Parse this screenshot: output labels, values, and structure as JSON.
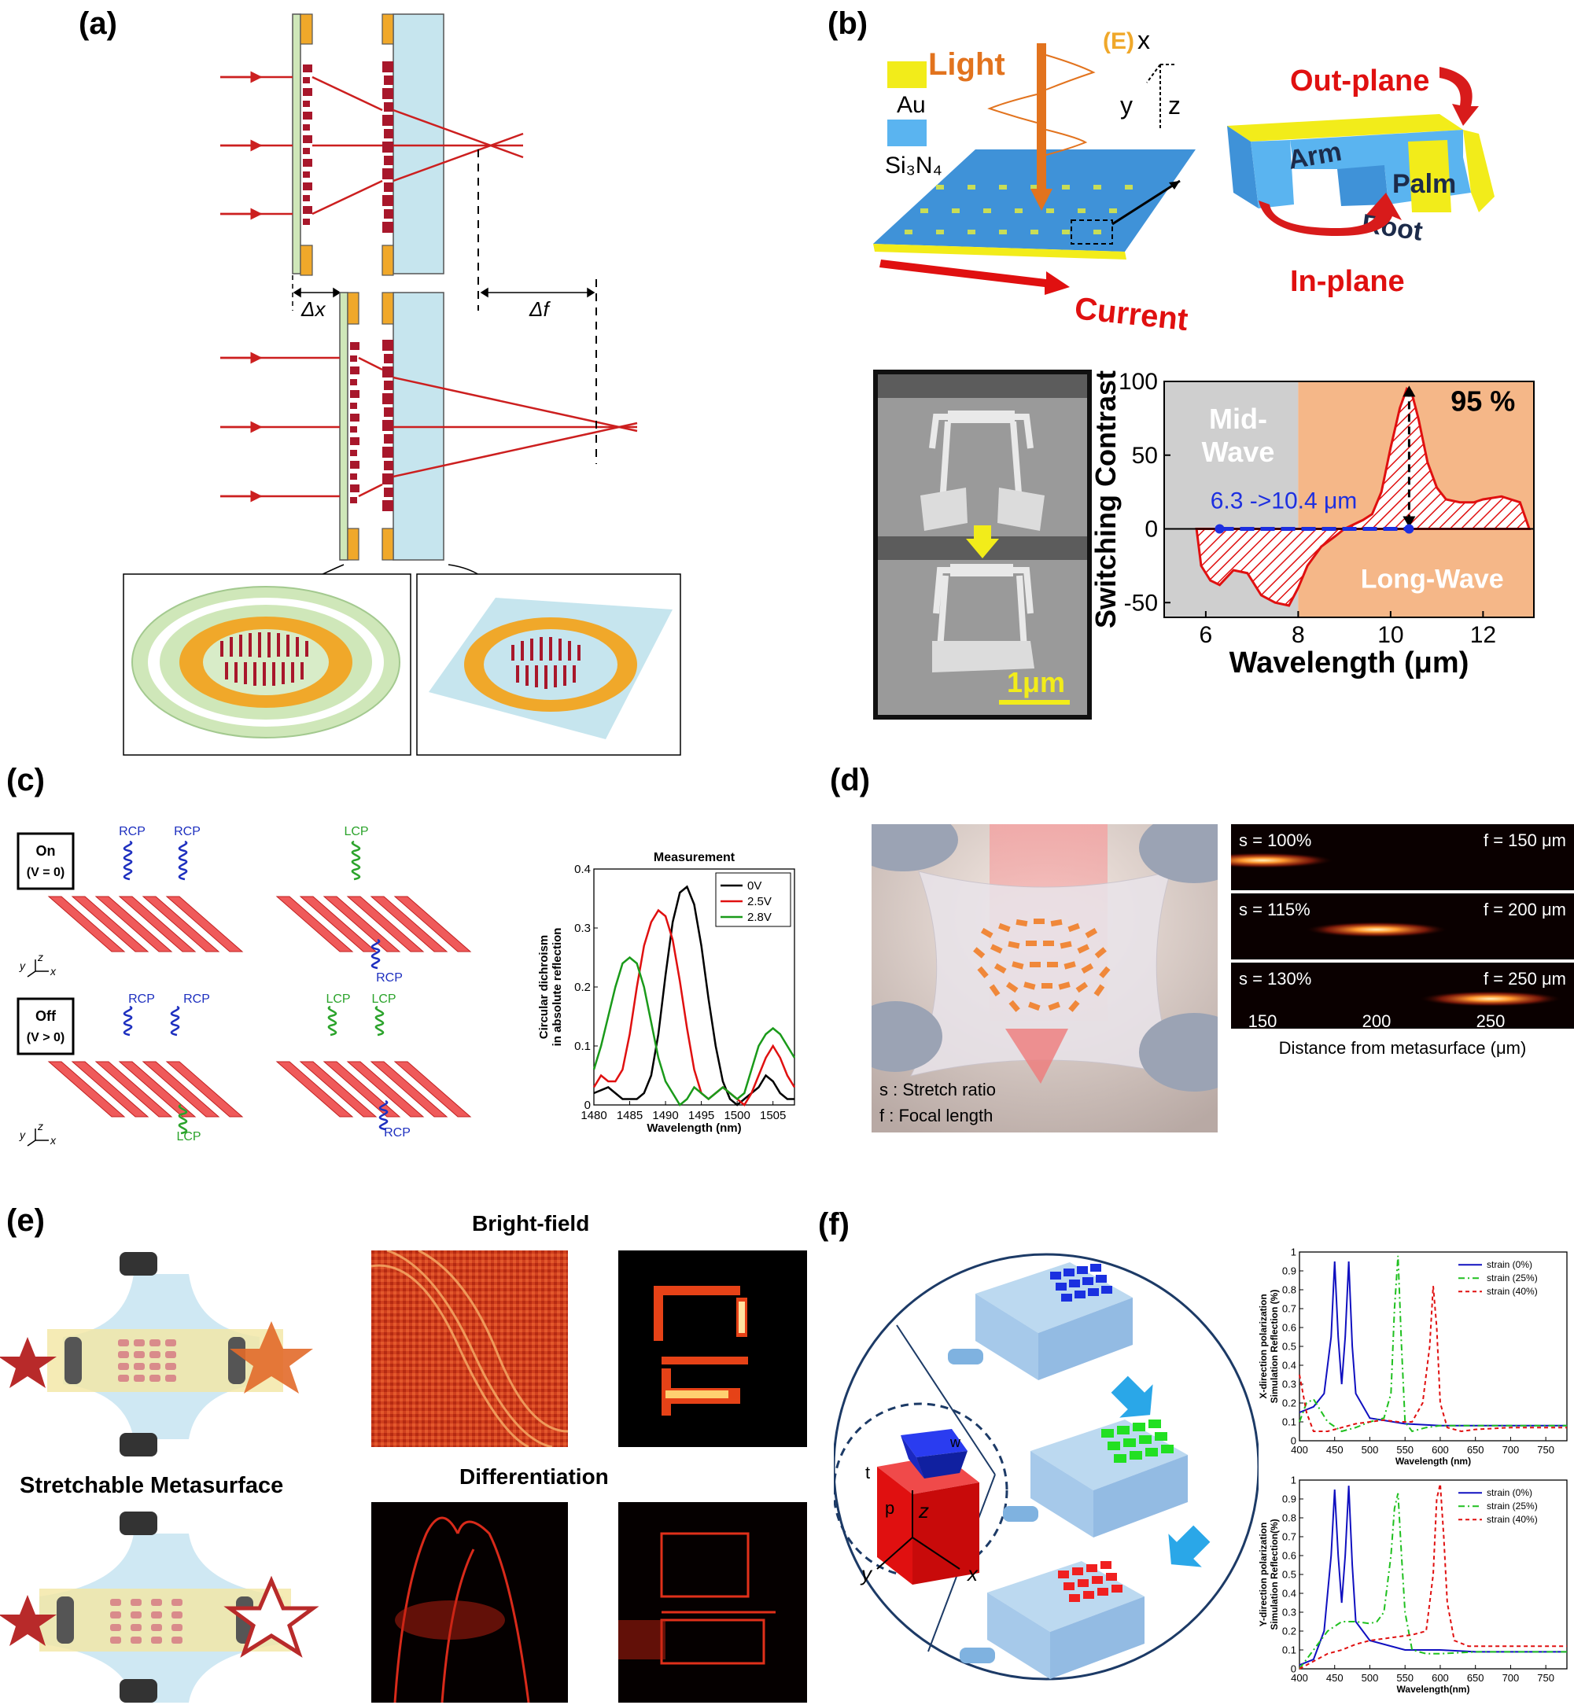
{
  "panels": {
    "a": {
      "letter": "(a)",
      "delta_x": "Δx",
      "delta_f": "Δf"
    },
    "b": {
      "letter": "(b)",
      "legend_au": "Au",
      "legend_si3n4": "Si₃N₄",
      "light": "Light",
      "e_field": "(E)",
      "axis_x": "x",
      "axis_y": "y",
      "axis_z": "z",
      "current": "Current",
      "out_plane": "Out-plane",
      "in_plane": "In-plane",
      "arm": "Arm",
      "palm": "Palm",
      "root": "Root",
      "scale_bar": "1μm",
      "chart_label_mid": "Mid-\nWave",
      "chart_label_long": "Long-Wave",
      "chart_percent": "95 %",
      "chart_arrow_label": "6.3 ->10.4 μm"
    },
    "c": {
      "letter": "(c)",
      "on_state": "On",
      "on_voltage": "(V = 0)",
      "off_state": "Off",
      "off_voltage": "(V > 0)",
      "rcp": "RCP",
      "lcp": "LCP",
      "axis_x": "x",
      "axis_y": "y",
      "axis_z": "z"
    },
    "d": {
      "letter": "(d)",
      "s_def": "s : Stretch ratio",
      "f_def": "f : Focal length",
      "rows": [
        {
          "s": "s = 100%",
          "f": "f = 150 μm",
          "peak": 150
        },
        {
          "s": "s = 115%",
          "f": "f = 200 μm",
          "peak": 200
        },
        {
          "s": "s = 130%",
          "f": "f = 250 μm",
          "peak": 250
        }
      ],
      "ticks": [
        "150",
        "200",
        "250"
      ],
      "xlabel": "Distance from metasurface (μm)"
    },
    "e": {
      "letter": "(e)",
      "stretchable": "Stretchable Metasurface",
      "bright_field": "Bright-field",
      "differentiation": "Differentiation"
    },
    "f": {
      "letter": "(f)",
      "inset_t": "t",
      "inset_p": "p",
      "inset_w": "w",
      "axis_x": "x",
      "axis_y": "y",
      "axis_z": "z"
    }
  },
  "colors": {
    "ray_red": "#cc1f1f",
    "metalens_red": "#a8172b",
    "substrate_green": "#cfe7b9",
    "substrate_blue": "#c6e5ee",
    "gold": "#f0a82a",
    "au_yellow": "#f2ec1a",
    "si3n4_blue": "#5ab4f0",
    "grey_region": "#cfcfcf",
    "orange_region": "#f5b788"
  },
  "chart_data": [
    {
      "id": "b-switching-contrast",
      "type": "area",
      "xlabel": "Wavelength (μm)",
      "ylabel": "Switching Contrast",
      "xlim": [
        5.1,
        13.1
      ],
      "ylim": [
        -60,
        100
      ],
      "xticks": [
        6,
        8,
        10,
        12
      ],
      "yticks": [
        -50,
        0,
        50,
        100
      ],
      "regions": [
        {
          "label": "Mid-Wave",
          "x": [
            5.1,
            8.0
          ]
        },
        {
          "label": "Long-Wave",
          "x": [
            8.0,
            13.1
          ]
        }
      ],
      "series": [
        {
          "x": [
            5.8,
            5.9,
            6.1,
            6.3,
            6.6,
            6.9,
            7.2,
            7.5,
            7.8,
            8.0,
            8.2,
            8.5,
            8.8,
            9.0,
            9.2,
            9.4,
            9.6,
            9.8,
            10.0,
            10.2,
            10.35,
            10.45,
            10.6,
            10.8,
            11.0,
            11.2,
            11.5,
            11.8,
            12.0,
            12.4,
            12.8,
            13.0
          ],
          "y": [
            0,
            -25,
            -35,
            -38,
            -28,
            -30,
            -45,
            -50,
            -52,
            -40,
            -25,
            -12,
            -5,
            0,
            3,
            6,
            10,
            25,
            55,
            82,
            95,
            93,
            75,
            45,
            28,
            20,
            18,
            18,
            20,
            22,
            18,
            0
          ]
        }
      ],
      "annotations": [
        {
          "text": "95 %",
          "x": 10.4,
          "y": 95
        },
        {
          "text": "6.3 ->10.4 μm",
          "x_from": 6.3,
          "x_to": 10.4,
          "y": 0
        }
      ]
    },
    {
      "id": "c-measurement",
      "type": "line",
      "title": "Measurement",
      "xlabel": "Wavelength (nm)",
      "ylabel": "Circular dichroism\nin absolute reflection",
      "xlim": [
        1480,
        1508
      ],
      "ylim": [
        0,
        0.4
      ],
      "xticks": [
        1480,
        1485,
        1490,
        1495,
        1500,
        1505
      ],
      "yticks": [
        0,
        0.1,
        0.2,
        0.3,
        0.4
      ],
      "legend_position": "top-right",
      "series": [
        {
          "name": "0V",
          "color": "#000000",
          "x": [
            1480,
            1482,
            1484,
            1486,
            1487,
            1488,
            1489,
            1490,
            1491,
            1492,
            1493,
            1494,
            1495,
            1496,
            1497,
            1498,
            1499,
            1500,
            1501,
            1502,
            1503,
            1504,
            1505,
            1506,
            1507,
            1508
          ],
          "y": [
            0.02,
            0.03,
            0.01,
            0.01,
            0.02,
            0.05,
            0.12,
            0.22,
            0.31,
            0.36,
            0.37,
            0.34,
            0.27,
            0.18,
            0.1,
            0.04,
            0.01,
            0.0,
            0.01,
            0.02,
            0.03,
            0.05,
            0.04,
            0.02,
            0.01,
            0.01
          ]
        },
        {
          "name": "2.5V",
          "color": "#e01010",
          "x": [
            1480,
            1481,
            1482,
            1483,
            1484,
            1485,
            1486,
            1487,
            1488,
            1489,
            1490,
            1491,
            1492,
            1493,
            1494,
            1495,
            1496,
            1497,
            1498,
            1499,
            1500,
            1501,
            1502,
            1503,
            1504,
            1505,
            1506,
            1507,
            1508
          ],
          "y": [
            0.03,
            0.05,
            0.04,
            0.04,
            0.06,
            0.12,
            0.2,
            0.27,
            0.31,
            0.33,
            0.32,
            0.28,
            0.21,
            0.13,
            0.06,
            0.02,
            0.01,
            0.02,
            0.03,
            0.02,
            0.01,
            0.0,
            0.02,
            0.05,
            0.08,
            0.1,
            0.08,
            0.05,
            0.03
          ]
        },
        {
          "name": "2.8V",
          "color": "#1a9a1a",
          "x": [
            1480,
            1481,
            1482,
            1483,
            1484,
            1485,
            1486,
            1487,
            1488,
            1489,
            1490,
            1491,
            1492,
            1493,
            1494,
            1495,
            1496,
            1497,
            1498,
            1499,
            1500,
            1501,
            1502,
            1503,
            1504,
            1505,
            1506,
            1507,
            1508
          ],
          "y": [
            0.06,
            0.1,
            0.15,
            0.2,
            0.24,
            0.25,
            0.24,
            0.2,
            0.14,
            0.08,
            0.04,
            0.02,
            0.0,
            0.01,
            0.03,
            0.02,
            0.01,
            0.02,
            0.03,
            0.02,
            0.01,
            0.02,
            0.06,
            0.1,
            0.12,
            0.13,
            0.12,
            0.1,
            0.08
          ]
        }
      ]
    },
    {
      "id": "f-x-polarization",
      "type": "line",
      "xlabel": "Wavelength (nm)",
      "ylabel": "X-direction polarization\nSimulation Reflection (%)",
      "xlim": [
        400,
        780
      ],
      "ylim": [
        0,
        1.0
      ],
      "xticks": [
        400,
        450,
        500,
        550,
        600,
        650,
        700,
        750
      ],
      "yticks": [
        0,
        0.1,
        0.2,
        0.3,
        0.4,
        0.5,
        0.6,
        0.7,
        0.8,
        0.9,
        1.0
      ],
      "legend_position": "top-right",
      "series": [
        {
          "name": "strain (0%)",
          "color": "#1010c0",
          "x": [
            400,
            420,
            435,
            445,
            450,
            455,
            460,
            465,
            470,
            475,
            480,
            500,
            550,
            600,
            650,
            700,
            750,
            780
          ],
          "y": [
            0.15,
            0.18,
            0.25,
            0.55,
            0.95,
            0.55,
            0.3,
            0.55,
            0.95,
            0.5,
            0.25,
            0.12,
            0.09,
            0.08,
            0.08,
            0.08,
            0.08,
            0.08
          ]
        },
        {
          "name": "strain (25%)",
          "color": "#20c020",
          "x": [
            400,
            410,
            420,
            440,
            460,
            480,
            500,
            520,
            530,
            535,
            540,
            545,
            550,
            560,
            580,
            600,
            650,
            700,
            750,
            780
          ],
          "y": [
            0.1,
            0.2,
            0.22,
            0.1,
            0.05,
            0.07,
            0.1,
            0.12,
            0.25,
            0.7,
            0.98,
            0.5,
            0.1,
            0.05,
            0.07,
            0.08,
            0.08,
            0.08,
            0.08,
            0.08
          ]
        },
        {
          "name": "strain (40%)",
          "color": "#e01010",
          "x": [
            400,
            410,
            420,
            440,
            460,
            480,
            500,
            520,
            540,
            560,
            575,
            585,
            590,
            595,
            600,
            610,
            630,
            650,
            700,
            750,
            780
          ],
          "y": [
            0.35,
            0.15,
            0.05,
            0.05,
            0.07,
            0.09,
            0.1,
            0.11,
            0.1,
            0.1,
            0.2,
            0.5,
            0.82,
            0.6,
            0.2,
            0.07,
            0.05,
            0.06,
            0.07,
            0.07,
            0.07
          ]
        }
      ]
    },
    {
      "id": "f-y-polarization",
      "type": "line",
      "xlabel": "Wavelength(nm)",
      "ylabel": "Y-direction polarization\nSimulation Reflection(%)",
      "xlim": [
        400,
        780
      ],
      "ylim": [
        0,
        1.0
      ],
      "xticks": [
        400,
        450,
        500,
        550,
        600,
        650,
        700,
        750
      ],
      "yticks": [
        0,
        0.1,
        0.2,
        0.3,
        0.4,
        0.5,
        0.6,
        0.7,
        0.8,
        0.9,
        1.0
      ],
      "legend_position": "top-right",
      "series": [
        {
          "name": "strain (0%)",
          "color": "#1010c0",
          "x": [
            400,
            420,
            435,
            445,
            450,
            455,
            460,
            465,
            470,
            475,
            480,
            500,
            550,
            600,
            650,
            700,
            750,
            780
          ],
          "y": [
            0.02,
            0.05,
            0.2,
            0.6,
            0.95,
            0.6,
            0.35,
            0.6,
            0.97,
            0.55,
            0.25,
            0.15,
            0.1,
            0.1,
            0.09,
            0.09,
            0.09,
            0.09
          ]
        },
        {
          "name": "strain (25%)",
          "color": "#20c020",
          "x": [
            400,
            420,
            440,
            460,
            480,
            500,
            510,
            520,
            530,
            535,
            540,
            545,
            550,
            560,
            580,
            600,
            650,
            700,
            750,
            780
          ],
          "y": [
            0.0,
            0.1,
            0.2,
            0.25,
            0.25,
            0.24,
            0.25,
            0.3,
            0.6,
            0.85,
            0.93,
            0.6,
            0.3,
            0.1,
            0.08,
            0.08,
            0.09,
            0.09,
            0.09,
            0.09
          ]
        },
        {
          "name": "strain (40%)",
          "color": "#e01010",
          "x": [
            400,
            420,
            440,
            460,
            480,
            500,
            520,
            540,
            560,
            580,
            590,
            595,
            600,
            605,
            610,
            620,
            640,
            660,
            700,
            750,
            780
          ],
          "y": [
            0.0,
            0.04,
            0.08,
            0.1,
            0.13,
            0.15,
            0.16,
            0.17,
            0.18,
            0.2,
            0.5,
            0.9,
            0.98,
            0.7,
            0.35,
            0.15,
            0.12,
            0.12,
            0.12,
            0.12,
            0.12
          ]
        }
      ]
    }
  ]
}
